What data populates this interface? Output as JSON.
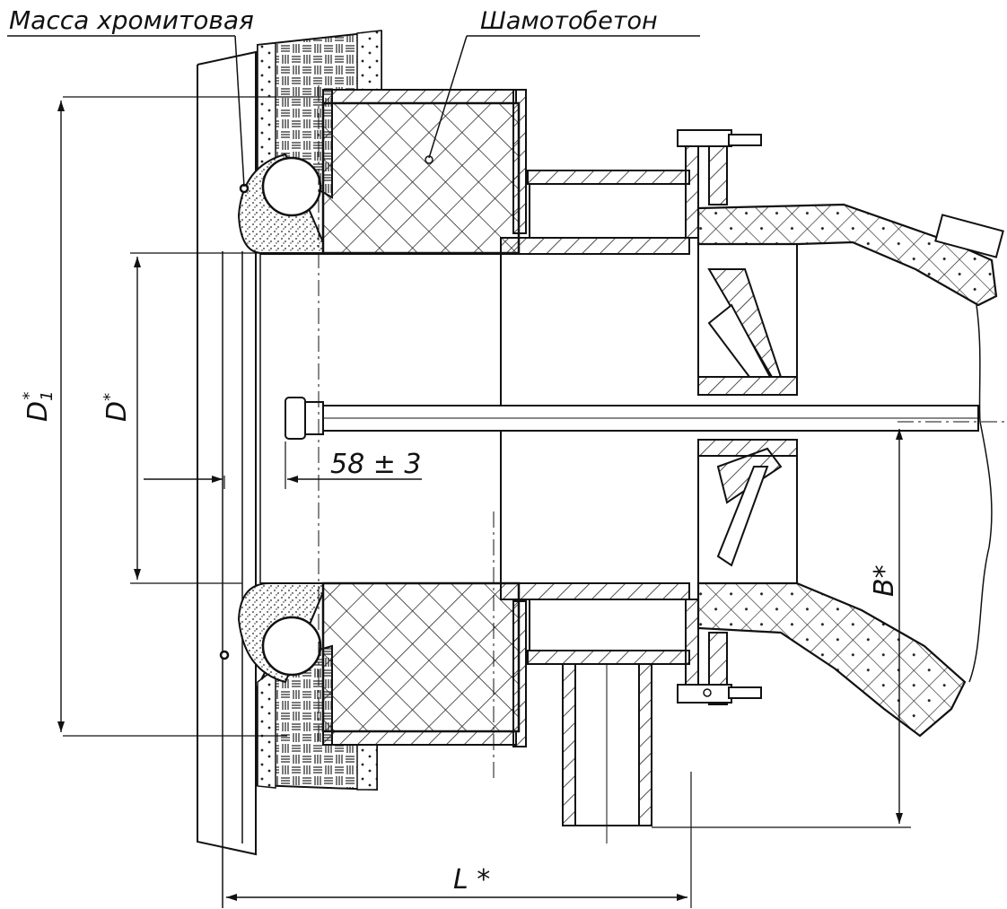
{
  "labels": {
    "chromite_mass": "Масса хромитовая",
    "fireclay_concrete": "Шамотобетон",
    "tolerance": "58 ± 3",
    "d1_base": "D",
    "d1_sub": "1",
    "d1_star": "*",
    "d_base": "D",
    "d_star": "*",
    "b_label": "B*",
    "l_label": "L *"
  }
}
